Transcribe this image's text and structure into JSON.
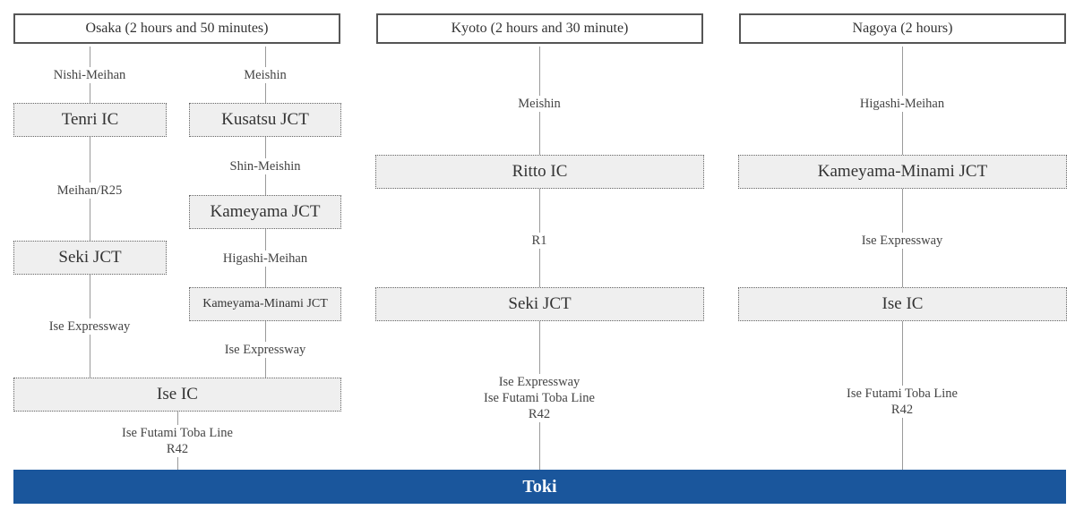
{
  "headers": {
    "osaka": "Osaka (2 hours and 50 minutes)",
    "kyoto": "Kyoto (2 hours and 30 minute)",
    "nagoya": "Nagoya (2 hours)"
  },
  "osaka": {
    "left": {
      "road1": "Nishi-Meihan",
      "node1": "Tenri IC",
      "road2": "Meihan/R25",
      "node2": "Seki JCT",
      "road3": "Ise Expressway"
    },
    "right": {
      "road1": "Meishin",
      "node1": "Kusatsu JCT",
      "road2": "Shin-Meishin",
      "node2": "Kameyama JCT",
      "road3": "Higashi-Meihan",
      "node3": "Kameyama-Minami JCT",
      "road4": "Ise Expressway"
    },
    "merge_node": "Ise IC",
    "final_road": [
      "Ise Futami Toba Line",
      "R42"
    ]
  },
  "kyoto": {
    "road1": "Meishin",
    "node1": "Ritto IC",
    "road2": "R1",
    "node2": "Seki JCT",
    "final_road": [
      "Ise Expressway",
      "Ise Futami Toba Line",
      "R42"
    ]
  },
  "nagoya": {
    "road1": "Higashi-Meihan",
    "node1": "Kameyama-Minami JCT",
    "road2": "Ise Expressway",
    "node2": "Ise IC",
    "final_road": [
      "Ise Futami Toba Line",
      "R42"
    ]
  },
  "destination": "Toki"
}
